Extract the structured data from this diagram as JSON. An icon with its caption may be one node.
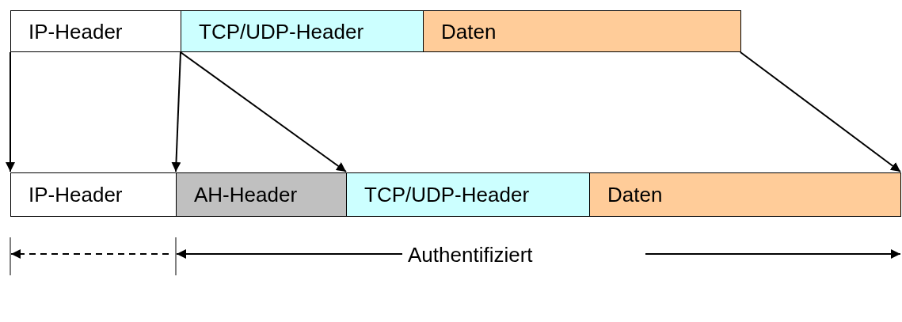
{
  "diagram": {
    "nodes": [
      {
        "text": [
          "IP-Header"
        ]
      },
      {
        "text": [
          "TCP/UDP-Header"
        ]
      },
      {
        "text": [
          "Daten"
        ]
      },
      {
        "text": [
          "IP-Header"
        ]
      },
      {
        "text": [
          "AH-Header"
        ]
      },
      {
        "text": [
          "TCP/UDP-Header"
        ]
      },
      {
        "text": [
          "Daten"
        ]
      }
    ],
    "edges": [
      {
        "from": 0,
        "to": 3,
        "arrow": "to"
      },
      {
        "from": 1,
        "to": 4,
        "arrow": "to"
      },
      {
        "from": 1,
        "to": 5,
        "arrow": "to"
      },
      {
        "from": 2,
        "to": 6,
        "arrow": "to"
      }
    ],
    "labels": [
      "Authentifiziert"
    ]
  }
}
